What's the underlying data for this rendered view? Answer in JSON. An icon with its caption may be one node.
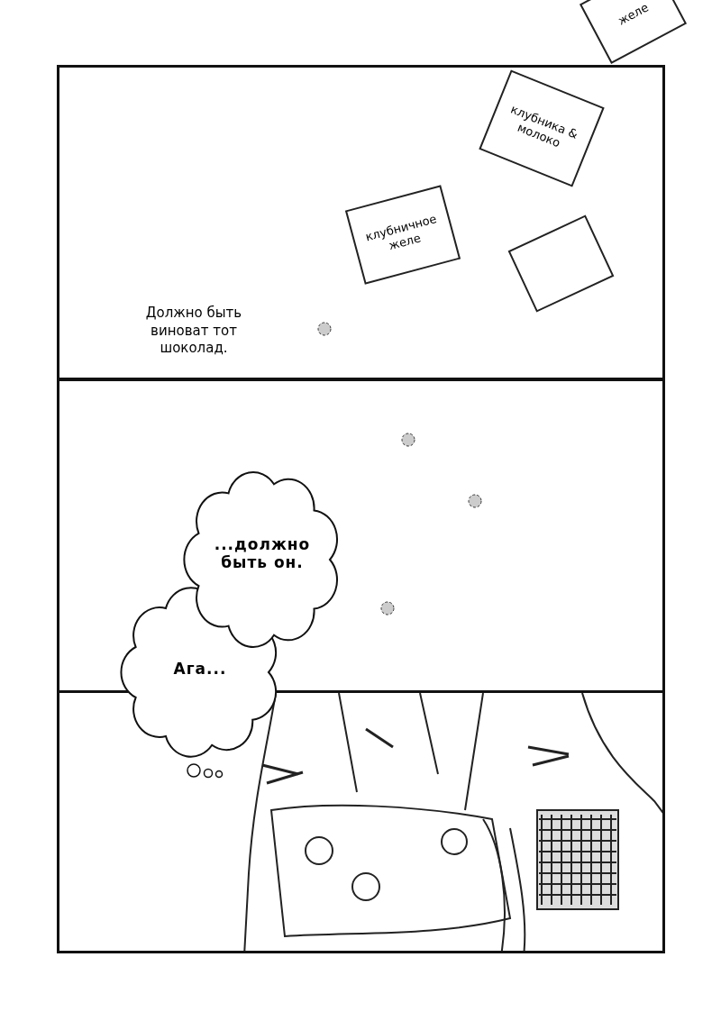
{
  "diagram": {
    "nodes": [
      {
        "text": [
          "желе"
        ]
      },
      {
        "text": [
          "клубника & молоко"
        ]
      },
      {
        "text": [
          "клубничное желе"
        ]
      },
      {
        "text": [],
        "shape": "box"
      },
      {
        "text": [
          "...должно быть он."
        ]
      },
      {
        "text": [
          "Ага..."
        ]
      }
    ],
    "labels": [
      "Должно быть виноват тот шоколад."
    ]
  }
}
